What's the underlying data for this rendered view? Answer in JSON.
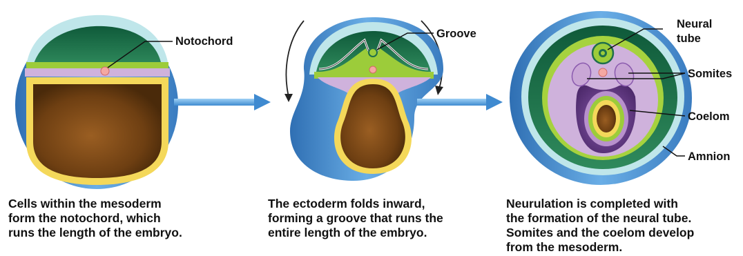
{
  "labels": {
    "notochord": "Notochord",
    "groove": "Groove",
    "neural_tube_line1": "Neural",
    "neural_tube_line2": "tube",
    "somites": "Somites",
    "coelom": "Coelom",
    "amnion": "Amnion"
  },
  "captions": {
    "stage1": "Cells within the mesoderm\nform the notochord, which\nruns the length of the embryo.",
    "stage2": "The ectoderm folds inward,\nforming a groove that runs the\nentire length of the embryo.",
    "stage3": "Neurulation is completed with\nthe formation of the neural tube.\nSomites and the coelom develop\nfrom the mesoderm."
  },
  "colors": {
    "amnion_blue": "#4a8fd0",
    "ectoderm_teal": "#a8dce2",
    "dark_green": "#1f6e4c",
    "light_green": "#9ccc3a",
    "mesoderm_purple": "#c9a7d6",
    "dark_purple": "#6b3f8c",
    "yolk_brown": "#7a4716",
    "yellow": "#f2d24a",
    "notochord_pink": "#f4a8a2",
    "arrow_blue": "#5aa3dc"
  }
}
